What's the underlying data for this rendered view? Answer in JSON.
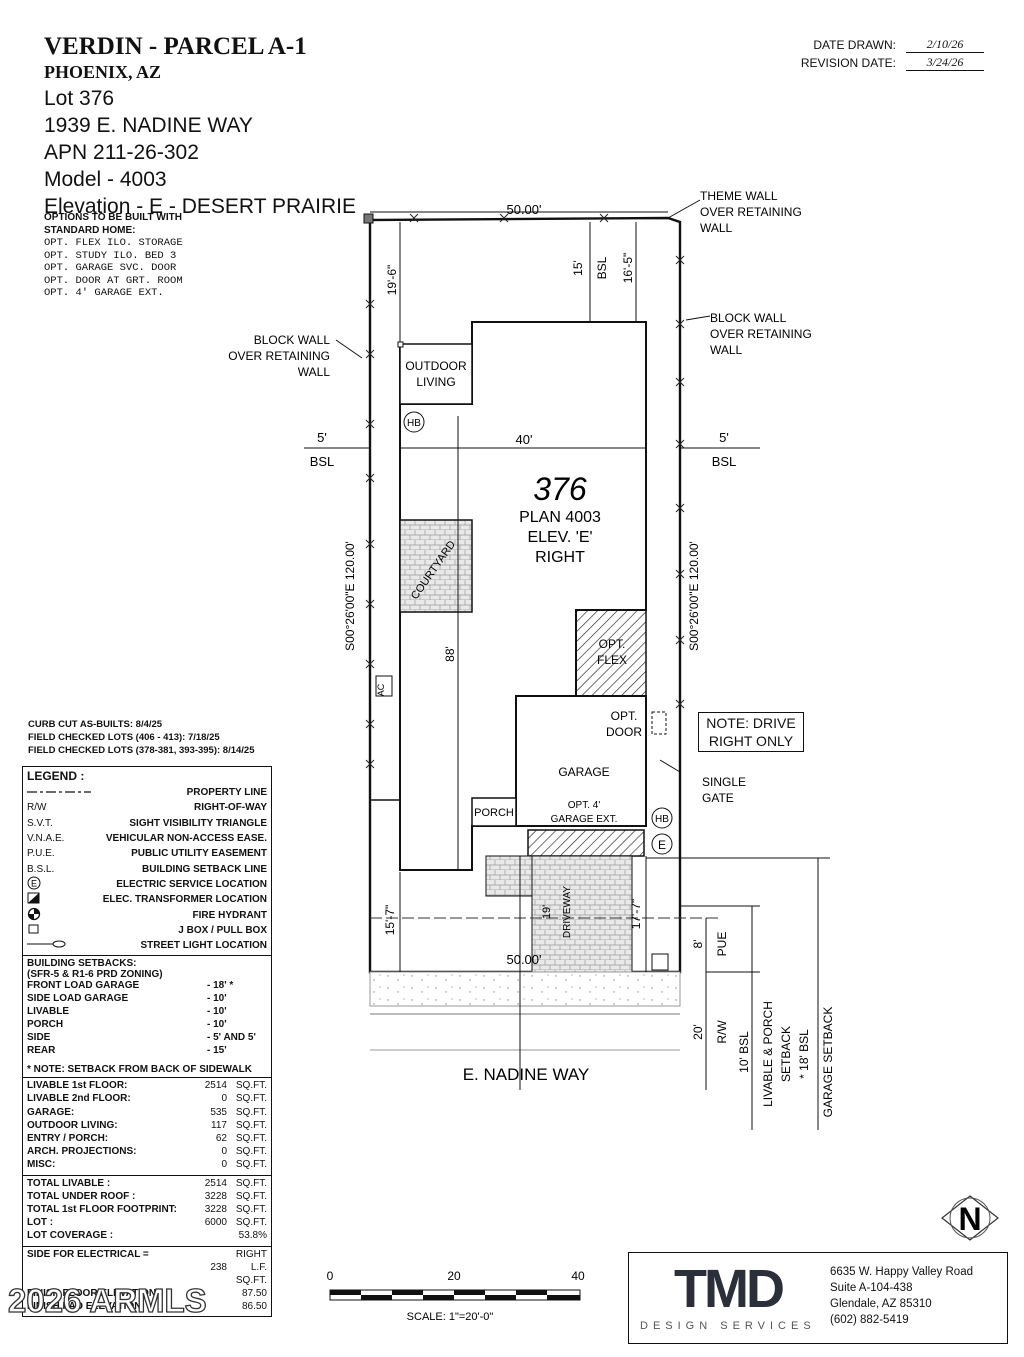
{
  "header": {
    "project": "VERDIN - PARCEL A-1",
    "city": "PHOENIX, AZ",
    "lot": "Lot  376",
    "address": "1939 E. NADINE WAY",
    "apn": "APN 211-26-302",
    "model": "Model - 4003",
    "elevation": "Elevation - E - DESERT PRAIRIE"
  },
  "dates": {
    "drawn_label": "DATE DRAWN:",
    "drawn_value": "2/10/26",
    "revision_label": "REVISION DATE:",
    "revision_value": "3/24/26"
  },
  "options": {
    "heading1": "OPTIONS TO BE BUILT WITH",
    "heading2": "STANDARD HOME:",
    "items": [
      "OPT. FLEX ILO. STORAGE",
      "OPT. STUDY ILO. BED 3",
      "OPT. GARAGE SVC. DOOR",
      "OPT. DOOR AT GRT. ROOM",
      "OPT. 4' GARAGE EXT."
    ]
  },
  "as_builts": [
    "CURB CUT AS-BUILTS: 8/4/25",
    "FIELD CHECKED LOTS (406 - 413): 7/18/25",
    "FIELD CHECKED LOTS (378-381, 393-395): 8/14/25"
  ],
  "legend": {
    "title": "LEGEND :",
    "rows": [
      {
        "abbr": "",
        "desc": "PROPERTY LINE"
      },
      {
        "abbr": "R/W",
        "desc": "RIGHT-OF-WAY"
      },
      {
        "abbr": "S.V.T.",
        "desc": "SIGHT VISIBILITY TRIANGLE"
      },
      {
        "abbr": "V.N.A.E.",
        "desc": "VEHICULAR NON-ACCESS EASE."
      },
      {
        "abbr": "P.U.E.",
        "desc": "PUBLIC UTILITY EASEMENT"
      },
      {
        "abbr": "B.S.L.",
        "desc": "BUILDING SETBACK LINE"
      },
      {
        "abbr": "",
        "desc": "ELECTRIC SERVICE LOCATION"
      },
      {
        "abbr": "",
        "desc": "ELEC. TRANSFORMER LOCATION"
      },
      {
        "abbr": "",
        "desc": "FIRE HYDRANT"
      },
      {
        "abbr": "",
        "desc": "J BOX / PULL BOX"
      },
      {
        "abbr": "",
        "desc": "STREET LIGHT LOCATION"
      }
    ]
  },
  "setbacks": {
    "title1": "BUILDING SETBACKS:",
    "title2": "(SFR-5 & R1-6 PRD ZONING)",
    "rows": [
      {
        "label": "FRONT LOAD GARAGE",
        "value": "- 18' *"
      },
      {
        "label": "SIDE LOAD GARAGE",
        "value": "- 10'"
      },
      {
        "label": "LIVABLE",
        "value": "- 10'"
      },
      {
        "label": "PORCH",
        "value": "- 10'"
      },
      {
        "label": "SIDE",
        "value": "- 5' AND 5'"
      },
      {
        "label": "REAR",
        "value": "- 15'"
      }
    ],
    "note": "* NOTE: SETBACK FROM BACK OF SIDEWALK"
  },
  "areas": [
    {
      "label": "LIVABLE 1st FLOOR:",
      "value": "2514",
      "unit": "SQ.FT."
    },
    {
      "label": "LIVABLE 2nd FLOOR:",
      "value": "0",
      "unit": "SQ.FT."
    },
    {
      "label": "GARAGE:",
      "value": "535",
      "unit": "SQ.FT."
    },
    {
      "label": "OUTDOOR LIVING:",
      "value": "117",
      "unit": "SQ.FT."
    },
    {
      "label": "ENTRY / PORCH:",
      "value": "62",
      "unit": "SQ.FT."
    },
    {
      "label": "ARCH. PROJECTIONS:",
      "value": "0",
      "unit": "SQ.FT."
    },
    {
      "label": "MISC:",
      "value": "0",
      "unit": "SQ.FT."
    }
  ],
  "totals": [
    {
      "label": "TOTAL LIVABLE :",
      "value": "2514",
      "unit": "SQ.FT."
    },
    {
      "label": "TOTAL UNDER ROOF :",
      "value": "3228",
      "unit": "SQ.FT."
    },
    {
      "label": "TOTAL 1st FLOOR FOOTPRINT:",
      "value": "3228",
      "unit": "SQ.FT."
    },
    {
      "label": "LOT :",
      "value": "6000",
      "unit": "SQ.FT."
    },
    {
      "label": "LOT COVERAGE :",
      "value": "53.8%",
      "unit": ""
    }
  ],
  "electrical": [
    {
      "label": "SIDE FOR ELECTRICAL =",
      "value": "RIGHT",
      "unit": ""
    },
    {
      "label": "",
      "value": "238",
      "unit": "L.F."
    },
    {
      "label": "",
      "value": "",
      "unit": "SQ.FT."
    },
    {
      "label": "FINISH FLOOR ELEVATION:",
      "value": "87.50",
      "unit": ""
    },
    {
      "label": "FINISH PAD ELEVATION:",
      "value": "86.50",
      "unit": ""
    }
  ],
  "plan": {
    "lot_number": "376",
    "plan_name": "PLAN 4003",
    "elevation": "ELEV. 'E'",
    "hand": "RIGHT",
    "width_top": "50.00'",
    "width_bottom": "50.00'",
    "house_width": "40'",
    "house_depth": "88'",
    "bearing_left": "S00°26'00\"E 120.00'",
    "bearing_right": "S00°26'00\"E 120.00'",
    "rear_setback_house": "19'-6\"",
    "rear_bsl_dim": "15'",
    "rear_bsl": "BSL",
    "rear_dim_right": "16'-5\"",
    "side_left_dim": "5'",
    "side_left_bsl": "BSL",
    "side_right_dim": "5'",
    "side_right_bsl": "BSL",
    "front_left_dim": "15'-7\"",
    "front_right_dim": "17'-7\"",
    "driveway_dim": "19'",
    "pue_dim": "8'",
    "pue": "PUE",
    "rw_dim": "20'",
    "rw": "R/W",
    "bsl10": "10' BSL",
    "livable_setback1": "LIVABLE & PORCH",
    "livable_setback2": "SETBACK",
    "livable_setback3": "* 18' BSL",
    "garage_setback": "GARAGE SETBACK",
    "street": "E. NADINE WAY",
    "outdoor1": "OUTDOOR",
    "outdoor2": "LIVING",
    "courtyard": "COURTYARD",
    "flex1": "OPT.",
    "flex2": "FLEX",
    "door1": "OPT.",
    "door2": "DOOR",
    "garage": "GARAGE",
    "garage_ext1": "OPT. 4'",
    "garage_ext2": "GARAGE EXT.",
    "porch": "PORCH",
    "driveway": "DRIVEWAY",
    "hb": "HB",
    "e": "E",
    "ac": "AC",
    "theme_wall": [
      "THEME WALL",
      "OVER RETAINING",
      "WALL"
    ],
    "block_wall_left": [
      "BLOCK WALL",
      "OVER RETAINING",
      "WALL"
    ],
    "block_wall_right": [
      "BLOCK WALL",
      "OVER RETAINING",
      "WALL"
    ],
    "single_gate": [
      "SINGLE",
      "GATE"
    ],
    "note_drive": [
      "NOTE: DRIVE",
      "RIGHT ONLY"
    ]
  },
  "scale": {
    "t0": "0",
    "t20": "20",
    "t40": "40",
    "label": "SCALE:  1\"=20'-0\""
  },
  "company": {
    "logo": "TMD",
    "sub": "DESIGN SERVICES",
    "address1": "6635 W. Happy Valley Road",
    "address2": "Suite A-104-438",
    "address3": "Glendale, AZ 85310",
    "phone": "(602) 882-5419",
    "north": "N"
  },
  "watermark": "2026 ARMLS"
}
